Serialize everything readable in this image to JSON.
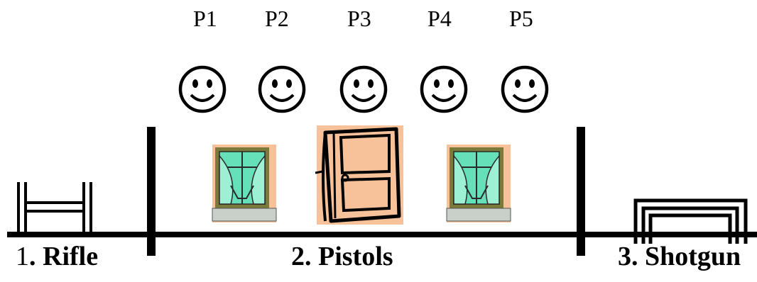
{
  "positions": [
    {
      "label": "P1",
      "icon": "smiley-face-icon"
    },
    {
      "label": "P2",
      "icon": "smiley-face-icon"
    },
    {
      "label": "P3",
      "icon": "smiley-face-icon"
    },
    {
      "label": "P4",
      "icon": "smiley-face-icon"
    },
    {
      "label": "P5",
      "icon": "smiley-face-icon"
    }
  ],
  "stations": [
    {
      "number": "1",
      "separator": ".",
      "name": "Rifle",
      "prop_icon": "rifle-rest-icon"
    },
    {
      "number": "2.",
      "name": "Pistols",
      "props": [
        "window-icon",
        "door-icon",
        "window-icon"
      ]
    },
    {
      "number": "3.",
      "name": "Shotgun",
      "prop_icon": "shotgun-table-icon"
    }
  ],
  "colors": {
    "ink": "#000000",
    "window_frame": "#7a7a3a",
    "window_glass": "#66e0b8",
    "window_sill": "#c9cfc9",
    "door_bg": "#f7c29a"
  }
}
